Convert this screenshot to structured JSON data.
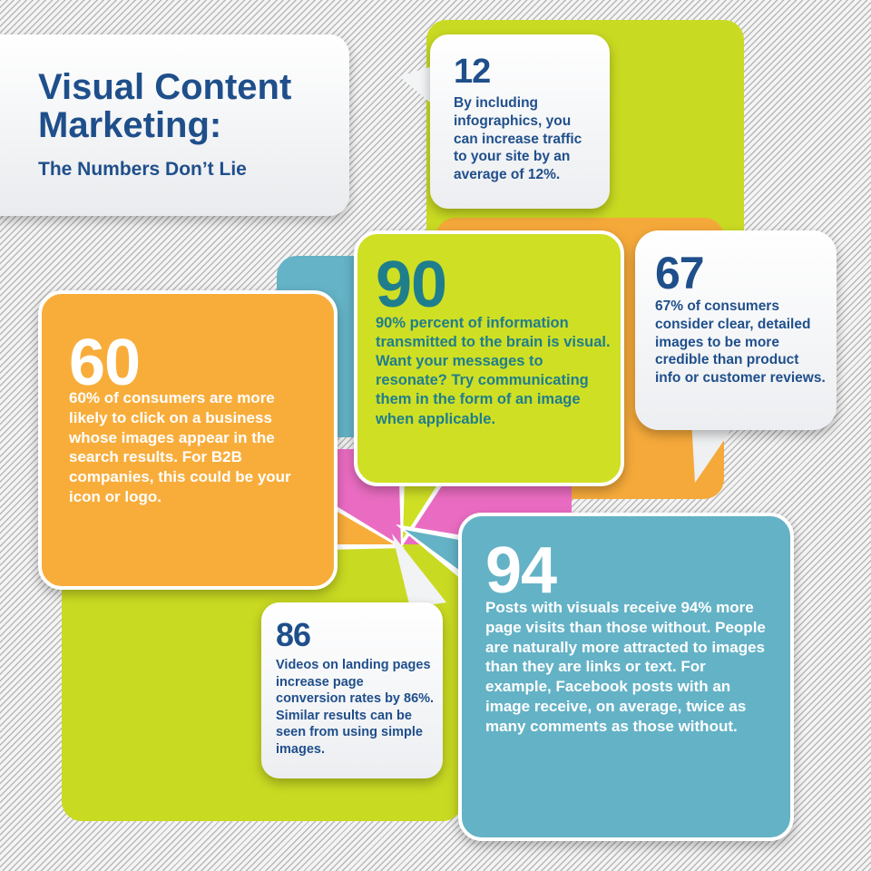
{
  "title": {
    "main": "Visual Content Marketing:",
    "sub": "The Numbers Don’t Lie"
  },
  "stats": [
    {
      "id": "12",
      "number": "12",
      "text": "By including infographics, you can increase traffic to your site by an average of 12%."
    },
    {
      "id": "90",
      "number": "90",
      "text": "90% percent of information transmitted to the brain is visual. Want your messages to resonate?  Try communicating them in the form of an image when applicable."
    },
    {
      "id": "67",
      "number": "67",
      "text": "67% of consumers consider clear, detailed images to be more credible than product info or customer reviews."
    },
    {
      "id": "60",
      "number": "60",
      "text": "60% of consumers are more likely to click on a business whose images appear in the search results. For B2B companies, this could be your icon or logo."
    },
    {
      "id": "86",
      "number": "86",
      "text": "Videos on landing pages increase page conversion rates by 86%. Similar results can be seen from using simple images."
    },
    {
      "id": "94",
      "number": "94",
      "text": "Posts with visuals receive 94% more page visits than those without. People are naturally more attracted to images than they are links or text. For example, Facebook posts with an image receive, on average, twice as many comments as those without."
    }
  ],
  "colors": {
    "navy": "#1f4f8b",
    "lime": "#cbdc23",
    "orange": "#f9ad3a",
    "blue": "#65b3c7",
    "pink": "#ee6fc4",
    "teal_text": "#1f7e8c"
  }
}
